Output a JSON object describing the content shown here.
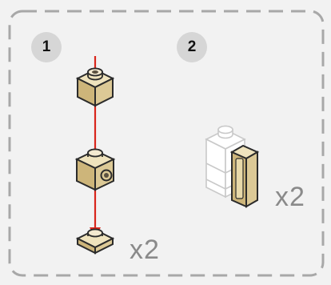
{
  "steps": [
    {
      "number": "1",
      "quantity": "x2"
    },
    {
      "number": "2",
      "quantity": "x2"
    }
  ],
  "colors": {
    "brick_tan": "#dcc996",
    "brick_outline": "#2b2b2b",
    "arrow": "#d9261c",
    "ghost_brick": "#ffffff",
    "frame_dash": "#a8a8a8",
    "badge_bg": "#d6d6d6"
  }
}
